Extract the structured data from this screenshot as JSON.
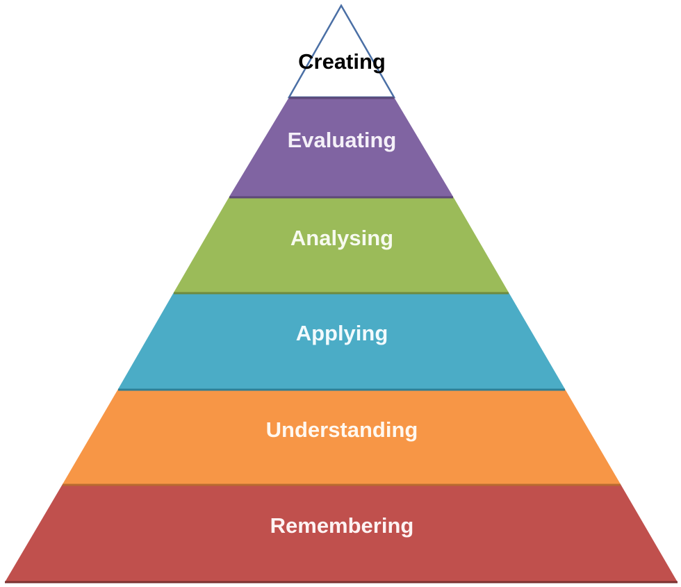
{
  "tiers": [
    {
      "label": "Creating",
      "fill": "#ffffff",
      "text_color": "#000000",
      "outline": "#4a6fa5"
    },
    {
      "label": "Evaluating",
      "fill": "#8064a2",
      "text_color": "#f4f0f8"
    },
    {
      "label": "Analysing",
      "fill": "#9bbb59",
      "text_color": "#f7faf0"
    },
    {
      "label": "Applying",
      "fill": "#4bacc6",
      "text_color": "#f2fafd"
    },
    {
      "label": "Understanding",
      "fill": "#f79646",
      "text_color": "#fff8f0"
    },
    {
      "label": "Remembering",
      "fill": "#c0504d",
      "text_color": "#fdf3f3"
    }
  ]
}
